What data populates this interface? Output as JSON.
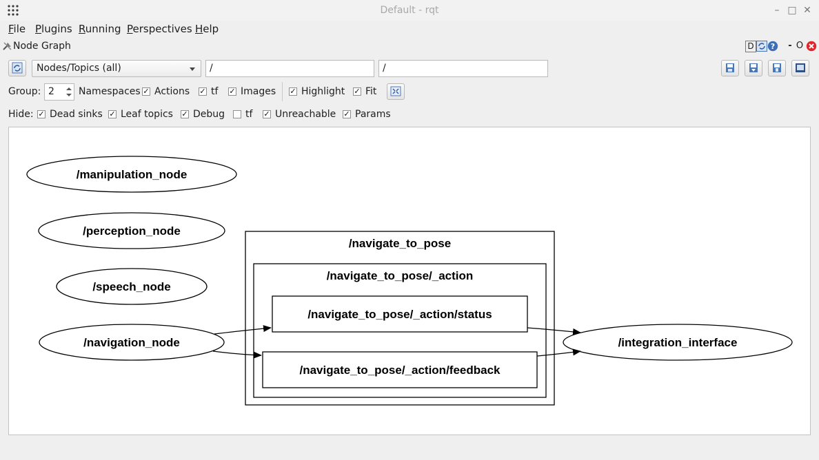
{
  "window": {
    "title": "Default - rqt"
  },
  "menubar": {
    "items": [
      {
        "label": "File",
        "mnemonic": "F",
        "rest": "ile"
      },
      {
        "label": "Plugins",
        "mnemonic": "P",
        "rest": "lugins"
      },
      {
        "label": "Running",
        "mnemonic": "R",
        "rest": "unning"
      },
      {
        "label": "Perspectives",
        "mnemonic": "P",
        "rest": "erspectives"
      },
      {
        "label": "Help",
        "mnemonic": "H",
        "rest": "elp"
      }
    ]
  },
  "plugin": {
    "title": "Node Graph",
    "dock_d": "D",
    "dock_close_o": "O"
  },
  "toolbar": {
    "graph_mode": "Nodes/Topics (all)",
    "node_filter": "/",
    "topic_filter": "/"
  },
  "options": {
    "group_label": "Group:",
    "group_value": "2",
    "checks": [
      {
        "label": "Namespaces",
        "checked": true
      },
      {
        "label": "Actions",
        "checked": true
      },
      {
        "label": "tf",
        "checked": true
      },
      {
        "label": "Images",
        "checked": true
      },
      {
        "label": "Highlight",
        "checked": true
      },
      {
        "label": "Fit",
        "checked": true
      }
    ]
  },
  "hide": {
    "label": "Hide:",
    "checks": [
      {
        "label": "Dead sinks",
        "checked": true
      },
      {
        "label": "Leaf topics",
        "checked": true
      },
      {
        "label": "Debug",
        "checked": true
      },
      {
        "label": "tf",
        "checked": false
      },
      {
        "label": "Unreachable",
        "checked": true
      },
      {
        "label": "Params",
        "checked": true
      }
    ]
  },
  "graph": {
    "nodes": [
      "/manipulation_node",
      "/perception_node",
      "/speech_node",
      "/navigation_node",
      "/integration_interface"
    ],
    "clusters": [
      "/navigate_to_pose",
      "/navigate_to_pose/_action"
    ],
    "topics": [
      "/navigate_to_pose/_action/status",
      "/navigate_to_pose/_action/feedback"
    ]
  },
  "colors": {
    "titlebar": "#f2f2f2",
    "canvas": "#ffffff",
    "close_red": "#e0262b",
    "help_blue": "#3d6fb6"
  }
}
